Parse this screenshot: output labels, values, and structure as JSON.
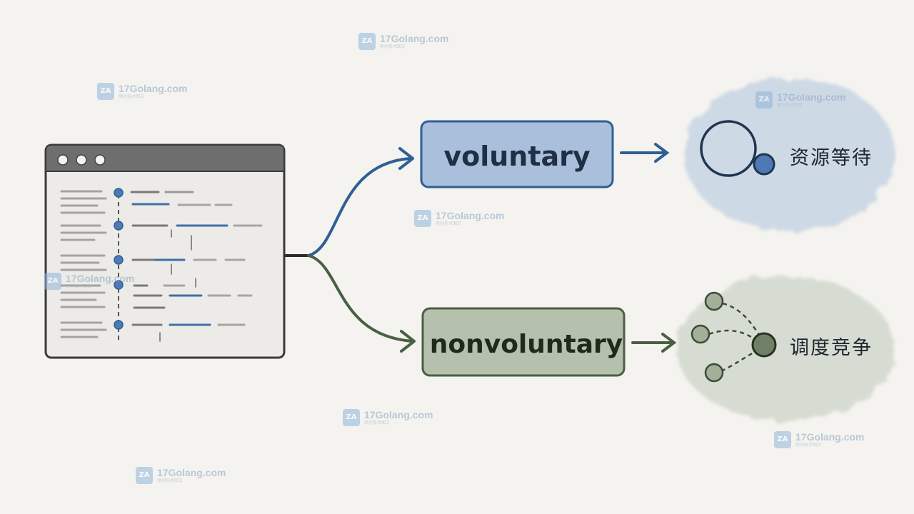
{
  "diagram": {
    "branches": [
      {
        "id": "voluntary",
        "label": "voluntary",
        "outcome": "资源等待",
        "color": "#2f5f93"
      },
      {
        "id": "nonvoluntary",
        "label": "nonvoluntary",
        "outcome": "调度竞争",
        "color": "#4a5f43"
      }
    ]
  },
  "watermark": {
    "site": "17Golang.com",
    "subtitle": "原创技术图文",
    "logo_glyph": "ZA"
  },
  "colors": {
    "background": "#f4f3ef",
    "blue_accent": "#2f5f93",
    "blue_fill": "#a9bfdc",
    "green_accent": "#4a5f43",
    "green_fill": "#b5c0ad",
    "window_frame": "#3a3a3a"
  }
}
